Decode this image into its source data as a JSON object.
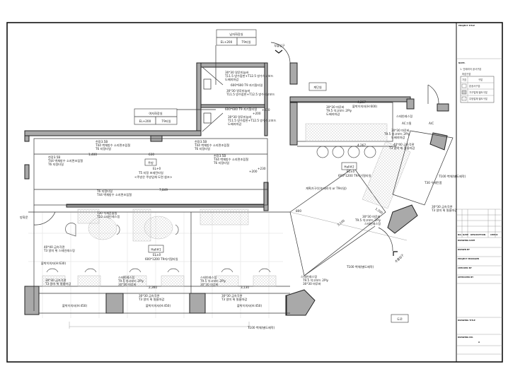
{
  "rooms": {
    "mens_restroom": {
      "name": "남자화장실",
      "elevation": "EL+200",
      "finish": "T9타일"
    },
    "womens_restroom": {
      "name": "여자화장실",
      "elevation": "EL+200",
      "finish": "T9타일"
    },
    "sub_entrance": "부출입구",
    "stairwell": "계단실",
    "kitchen": {
      "name": "주방",
      "elevation": "EL+0",
      "note1": "T5 지정 포세린타일",
      "note2": "<주방은 주방업체 도면 참조>"
    },
    "hall1": {
      "name": "Hall#1",
      "elevation": "EL±0",
      "floor": "600*1200 T9자기질타일"
    },
    "hall2": {
      "name": "Hall#2",
      "elevation": "EL±0",
      "floor": "600*1200 T9자기질타일",
      "note": "계획가구(인조대리석 or T9타일)"
    },
    "main_entrance": "주출입구",
    "road": "도로"
  },
  "annotations": {
    "restroom_a1": "30*30 알루미늄바",
    "restroom_a2": "T11.5 방수합판+T12.5 방수석고보드",
    "restroom_a3": "도배지마감",
    "restroom_tile": "600*600 T9 자기질타일",
    "kitchen_c1": "천장3.5B",
    "kitchen_c2": "T44 벽체방수 소지면조립철",
    "kitchen_c3": "T6 지정타일",
    "dim_230": "+230",
    "dim_200": "+200",
    "hall2_b1": "30*30 마루바",
    "hall2_b2": "T9.5 석고보드 2Ply",
    "hall2_b3": "도배지마감",
    "hall2_bar": "붙박이의자(H:600)",
    "hall2_b4": "스테인레스링",
    "hall2_b5": "AC그릴",
    "hall2_ac": "A/C",
    "hall2_b6": "40*40 금속각관",
    "hall2_b7": "T3 알미 위 필름마감",
    "hall2_t30": "T30 우레탄폼",
    "hall1_w1": "40*40 금속각관",
    "hall1_w2": "T3 알미 위 스테인레스링",
    "hall1_w3": "붙박이의자(H:630)",
    "hall1_f1": "30*30 금속각관",
    "hall1_f2": "T3 알미 위 필름마감",
    "hall1_f3": "스테인레스링",
    "hall1_f4": "T9.5 석고보드 2Ply",
    "hall1_f5": "30*30 마루바",
    "hall1_t10": "T10 스테인레스링",
    "hall1_t30": "T30 석재흔들림",
    "bench": "붙박이의자(H:450)",
    "wall_t100": "T100 벽체(별도제작)",
    "side_door": "방화문"
  },
  "dimensions": [
    "1,400",
    "630",
    "7,849",
    "2,360",
    "3,130",
    "4,267",
    "3,100",
    "800",
    "1,200"
  ],
  "title_block": {
    "project_title": "PROJECT TITLE",
    "note": "NOTE.",
    "note_item": "1. 인테리어 공사구분",
    "legend_caption": "마감구분",
    "legend_headers": [
      "기호",
      "구분"
    ],
    "legend_rows": [
      "본공사구분",
      "가구업체 별도구분",
      "주방업체 별도구분"
    ],
    "revision_headers": [
      "NO.",
      "DATE",
      "DESCRIPTION",
      "CHECK"
    ],
    "fields": [
      "DRAWING DATE",
      "DRAWN BY",
      "PROJECT MANAGER",
      "CHECKED BY",
      "APPROVED BY",
      "DRAWING TITLE",
      "DRAWING NO."
    ],
    "drawing_no_value": "A"
  }
}
